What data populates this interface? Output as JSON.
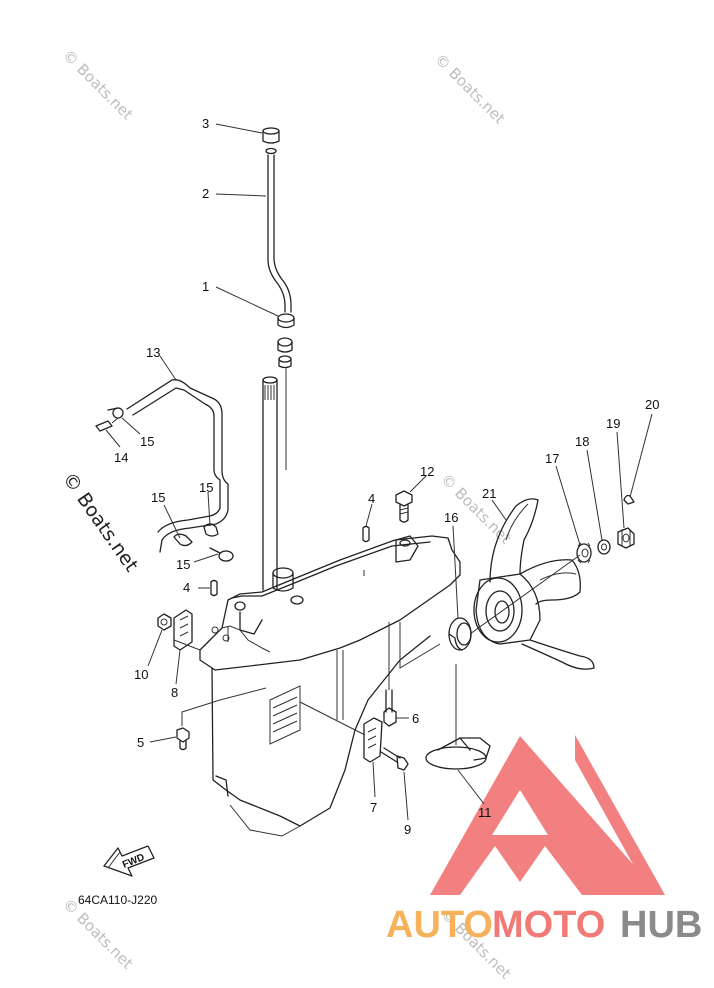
{
  "watermarks": {
    "corner": "© Boats.net",
    "side": "© Boats.net"
  },
  "logo": {
    "text_auto": "AUTO",
    "text_moto": "MOTO",
    "text_hub": "HUB",
    "color_auto": "#f6b25a",
    "color_moto": "#f07a76",
    "color_hub": "#8a8a8a",
    "triangle_color": "#f26b6b"
  },
  "fwd_label": "FWD",
  "diagram_code": "64CA110-J220",
  "callouts": [
    {
      "id": "c3",
      "text": "3"
    },
    {
      "id": "c2",
      "text": "2"
    },
    {
      "id": "c1",
      "text": "1"
    },
    {
      "id": "c13",
      "text": "13"
    },
    {
      "id": "c15a",
      "text": "15"
    },
    {
      "id": "c14",
      "text": "14"
    },
    {
      "id": "c15b",
      "text": "15"
    },
    {
      "id": "c15c",
      "text": "15"
    },
    {
      "id": "c15d",
      "text": "15"
    },
    {
      "id": "c4a",
      "text": "4"
    },
    {
      "id": "c4b",
      "text": "4"
    },
    {
      "id": "c12",
      "text": "12"
    },
    {
      "id": "c21",
      "text": "21"
    },
    {
      "id": "c16",
      "text": "16"
    },
    {
      "id": "c17",
      "text": "17"
    },
    {
      "id": "c18",
      "text": "18"
    },
    {
      "id": "c19",
      "text": "19"
    },
    {
      "id": "c20",
      "text": "20"
    },
    {
      "id": "c10",
      "text": "10"
    },
    {
      "id": "c8",
      "text": "8"
    },
    {
      "id": "c5",
      "text": "5"
    },
    {
      "id": "c6",
      "text": "6"
    },
    {
      "id": "c7",
      "text": "7"
    },
    {
      "id": "c9",
      "text": "9"
    },
    {
      "id": "c11",
      "text": "11"
    }
  ]
}
